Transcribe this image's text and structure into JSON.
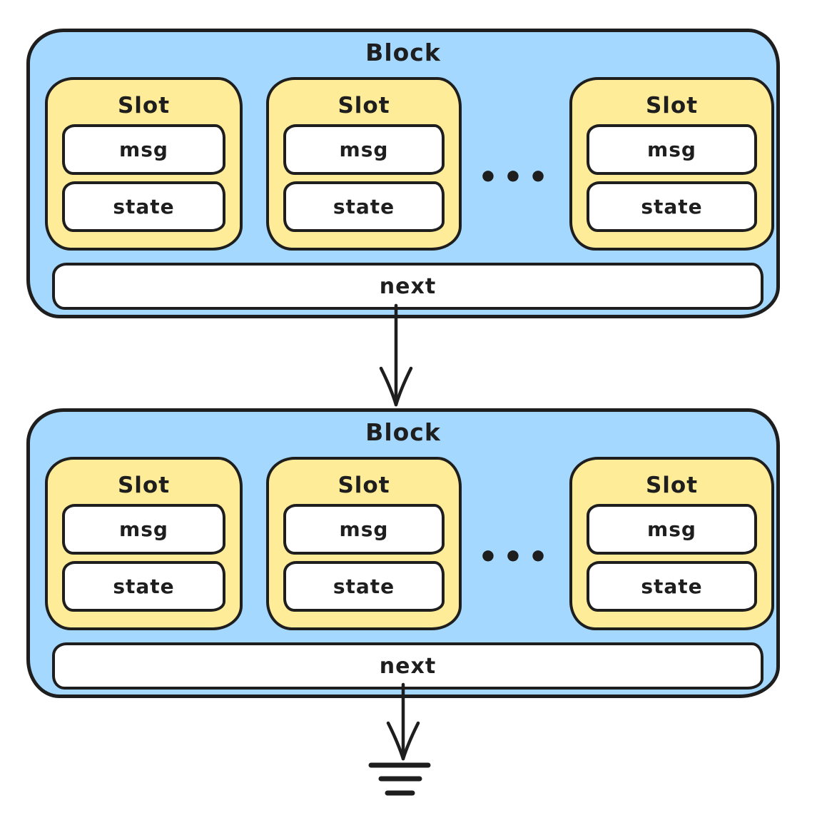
{
  "colors": {
    "block_fill": "#a5d8ff",
    "slot_fill": "#ffec99",
    "field_fill": "#ffffff",
    "stroke": "#1e1e1e",
    "background": "#ffffff"
  },
  "blocks": [
    {
      "title": "Block",
      "slots": [
        {
          "title": "Slot",
          "fields": [
            "msg",
            "state"
          ]
        },
        {
          "title": "Slot",
          "fields": [
            "msg",
            "state"
          ]
        },
        {
          "title": "Slot",
          "fields": [
            "msg",
            "state"
          ]
        }
      ],
      "ellipsis": "•••",
      "next_label": "next"
    },
    {
      "title": "Block",
      "slots": [
        {
          "title": "Slot",
          "fields": [
            "msg",
            "state"
          ]
        },
        {
          "title": "Slot",
          "fields": [
            "msg",
            "state"
          ]
        },
        {
          "title": "Slot",
          "fields": [
            "msg",
            "state"
          ]
        }
      ],
      "ellipsis": "•••",
      "next_label": "next"
    }
  ],
  "icons": {
    "next_arrow": "↓",
    "ground_terminator": "⏚"
  }
}
